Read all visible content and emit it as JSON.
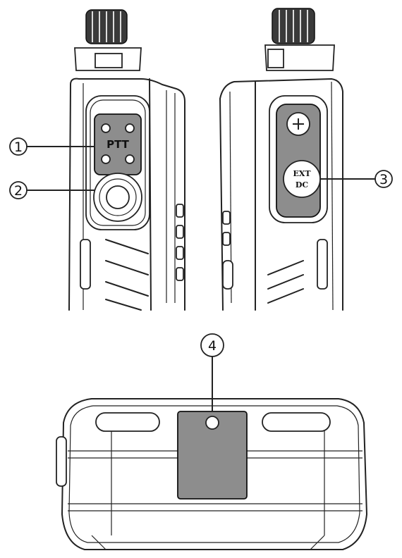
{
  "callouts": [
    {
      "number": "1",
      "symbol": "①"
    },
    {
      "number": "2",
      "symbol": "②"
    },
    {
      "number": "3",
      "symbol": "③"
    },
    {
      "number": "4",
      "symbol": "④"
    }
  ],
  "labels": {
    "ptt": "PTT",
    "ext": "EXT",
    "dc": "DC"
  }
}
